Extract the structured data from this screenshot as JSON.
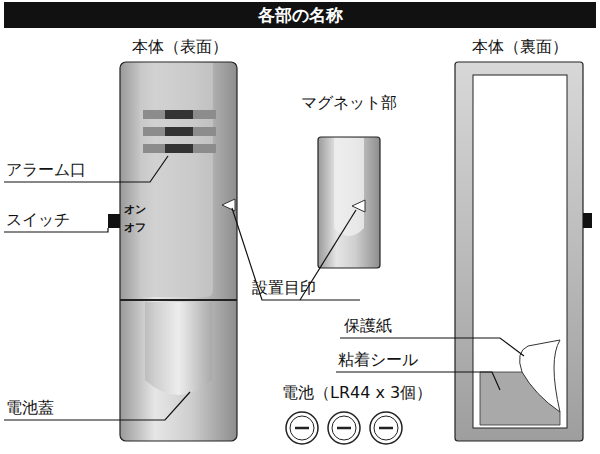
{
  "diagram": {
    "title": "各部の名称",
    "labels": [
      "本体（表面）",
      "マグネット部",
      "本体（裏面）",
      "アラーム口",
      "オン",
      "オフ",
      "スイッチ",
      "設置目印",
      "保護紙",
      "粘着シール",
      "電池蓋",
      "電池（LR44 x 3個）"
    ]
  }
}
